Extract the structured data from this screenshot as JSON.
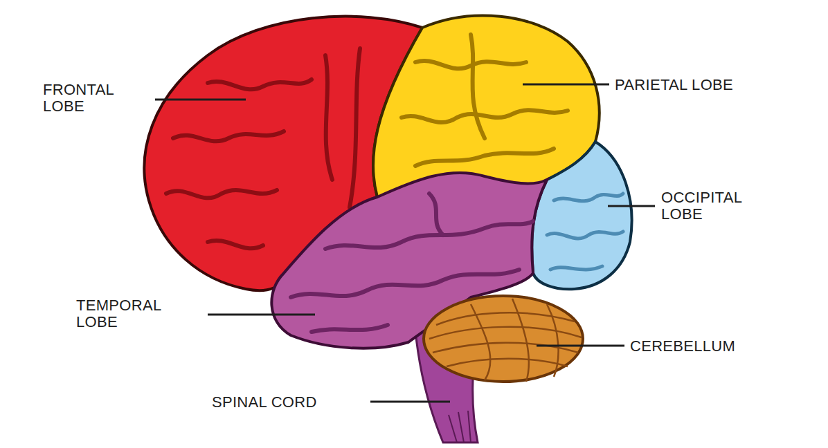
{
  "diagram": {
    "labels": [
      "FRONTAL LOBE",
      "PARIETAL LOBE",
      "OCCIPITAL LOBE",
      "TEMPORAL LOBE",
      "CEREBELLUM",
      "SPINAL CORD"
    ]
  }
}
